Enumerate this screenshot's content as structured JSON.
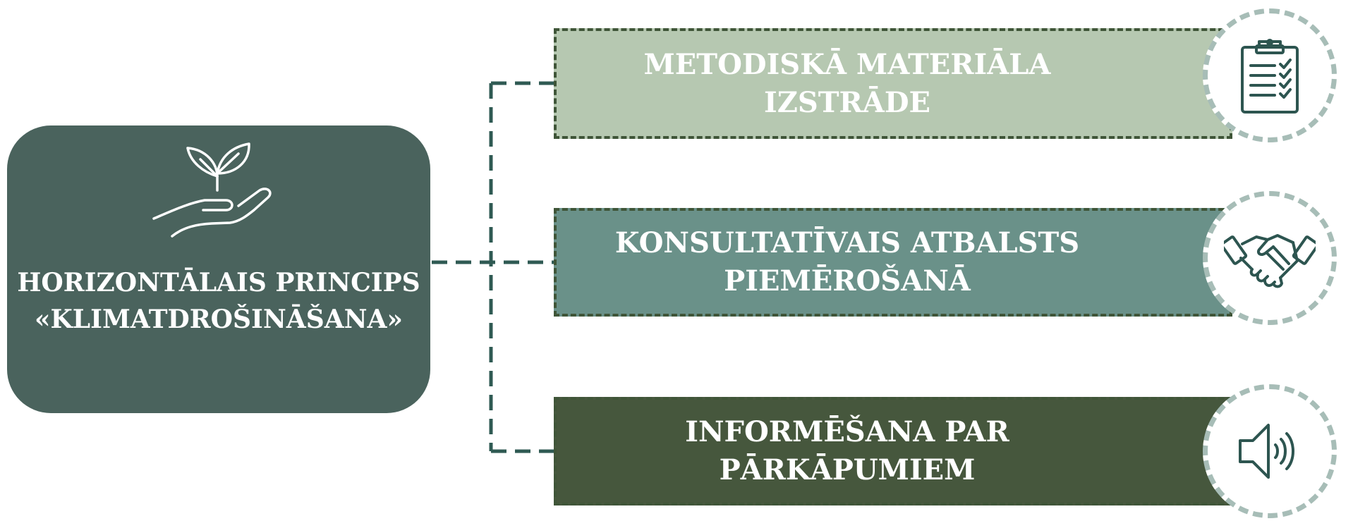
{
  "main": {
    "title_line1": "HORIZONTĀLAIS PRINCIPS",
    "title_line2": "«KLIMATDROŠINĀŠANA»",
    "icon": "plant-in-hand-icon"
  },
  "steps": [
    {
      "line1": "METODISKĀ MATERIĀLA IZSTRĀDE",
      "line2": "",
      "icon": "clipboard-checklist-icon"
    },
    {
      "line1": "KONSULTATĪVAIS ATBALSTS",
      "line2": "PIEMĒROŠANĀ",
      "icon": "handshake-icon"
    },
    {
      "line1": "INFORMĒŠANA PAR PĀRKĀPUMIEM",
      "line2": "",
      "icon": "speaker-icon"
    }
  ],
  "colors": {
    "main_box": "#4a635d",
    "step1_fill": "#b6c8b1",
    "step2_fill": "#6a9189",
    "step3_fill": "#46573d",
    "connector": "#2f5a53",
    "circle_border": "#a7bdb7",
    "icon_stroke": "#2d5550"
  }
}
